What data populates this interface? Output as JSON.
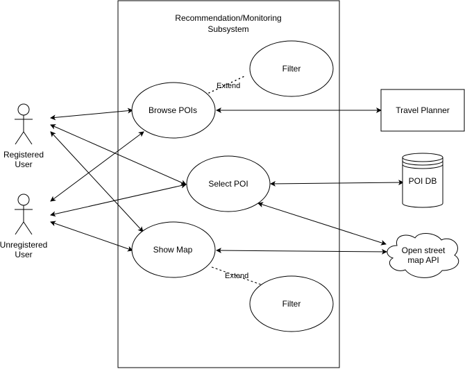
{
  "subsystem": {
    "title_line1": "Recommendation/Monitoring",
    "title_line2": "Subsystem"
  },
  "actors": {
    "registered": {
      "line1": "Registered",
      "line2": "User"
    },
    "unregistered": {
      "line1": "Unregistered",
      "line2": "User"
    }
  },
  "use_cases": {
    "filter_top": "Filter",
    "browse_pois": "Browse POIs",
    "select_poi": "Select POI",
    "show_map": "Show Map",
    "filter_bottom": "Filter"
  },
  "relations": {
    "extend_top": "Extend",
    "extend_bottom": "Extend"
  },
  "external": {
    "travel_planner": "Travel Planner",
    "poi_db": "POI DB",
    "osm_api_line1": "Open street",
    "osm_api_line2": "map API"
  },
  "colors": {
    "stroke": "#000000",
    "fill": "#ffffff"
  }
}
